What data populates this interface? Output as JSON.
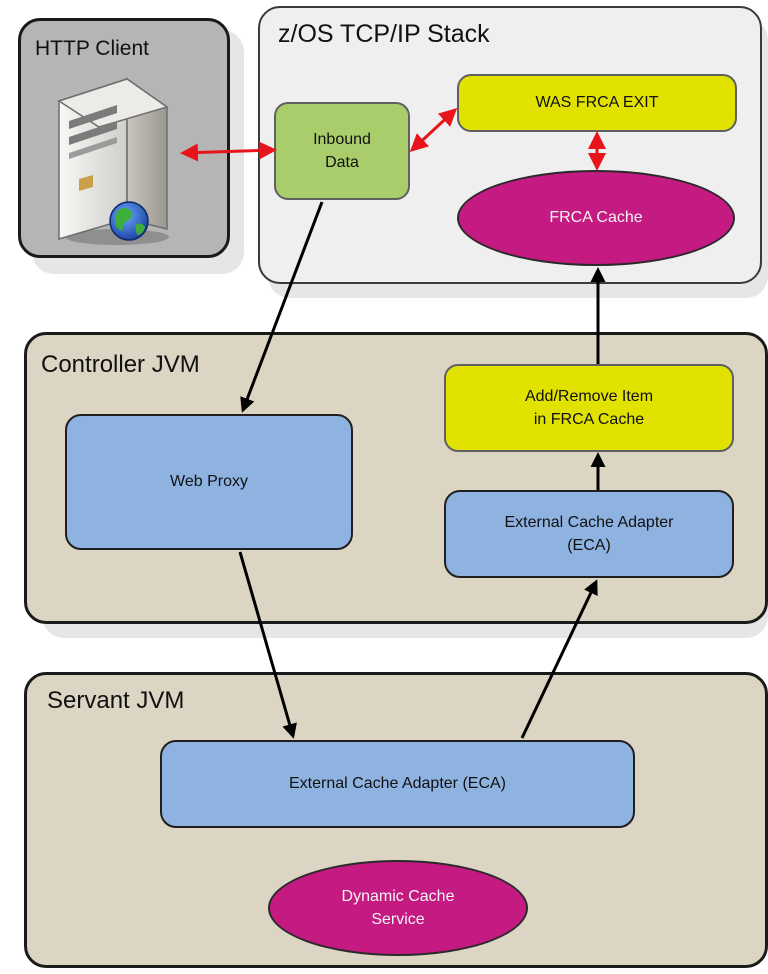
{
  "http_client": {
    "title": "HTTP Client"
  },
  "tcpip_stack": {
    "title": "z/OS TCP/IP Stack",
    "inbound_data": "Inbound\nData",
    "was_frca_exit": "WAS FRCA EXIT",
    "frca_cache": "FRCA Cache"
  },
  "controller_jvm": {
    "title": "Controller JVM",
    "web_proxy": "Web Proxy",
    "add_remove_item": "Add/Remove Item\nin FRCA Cache",
    "external_cache_adapter": "External Cache Adapter\n(ECA)"
  },
  "servant_jvm": {
    "title": "Servant JVM",
    "external_cache_adapter": "External Cache Adapter (ECA)",
    "dynamic_cache_service": "Dynamic Cache\nService"
  },
  "colors": {
    "yellow_box": "#e2e200",
    "green_box": "#a9cd6a",
    "blue_box": "#8eb3e1",
    "magenta_ellipse": "#c51a82",
    "container_fill": "#ddd5c3",
    "gray_container": "#b5b5b5",
    "red_arrow": "#e8141b",
    "black_arrow": "#000000"
  }
}
